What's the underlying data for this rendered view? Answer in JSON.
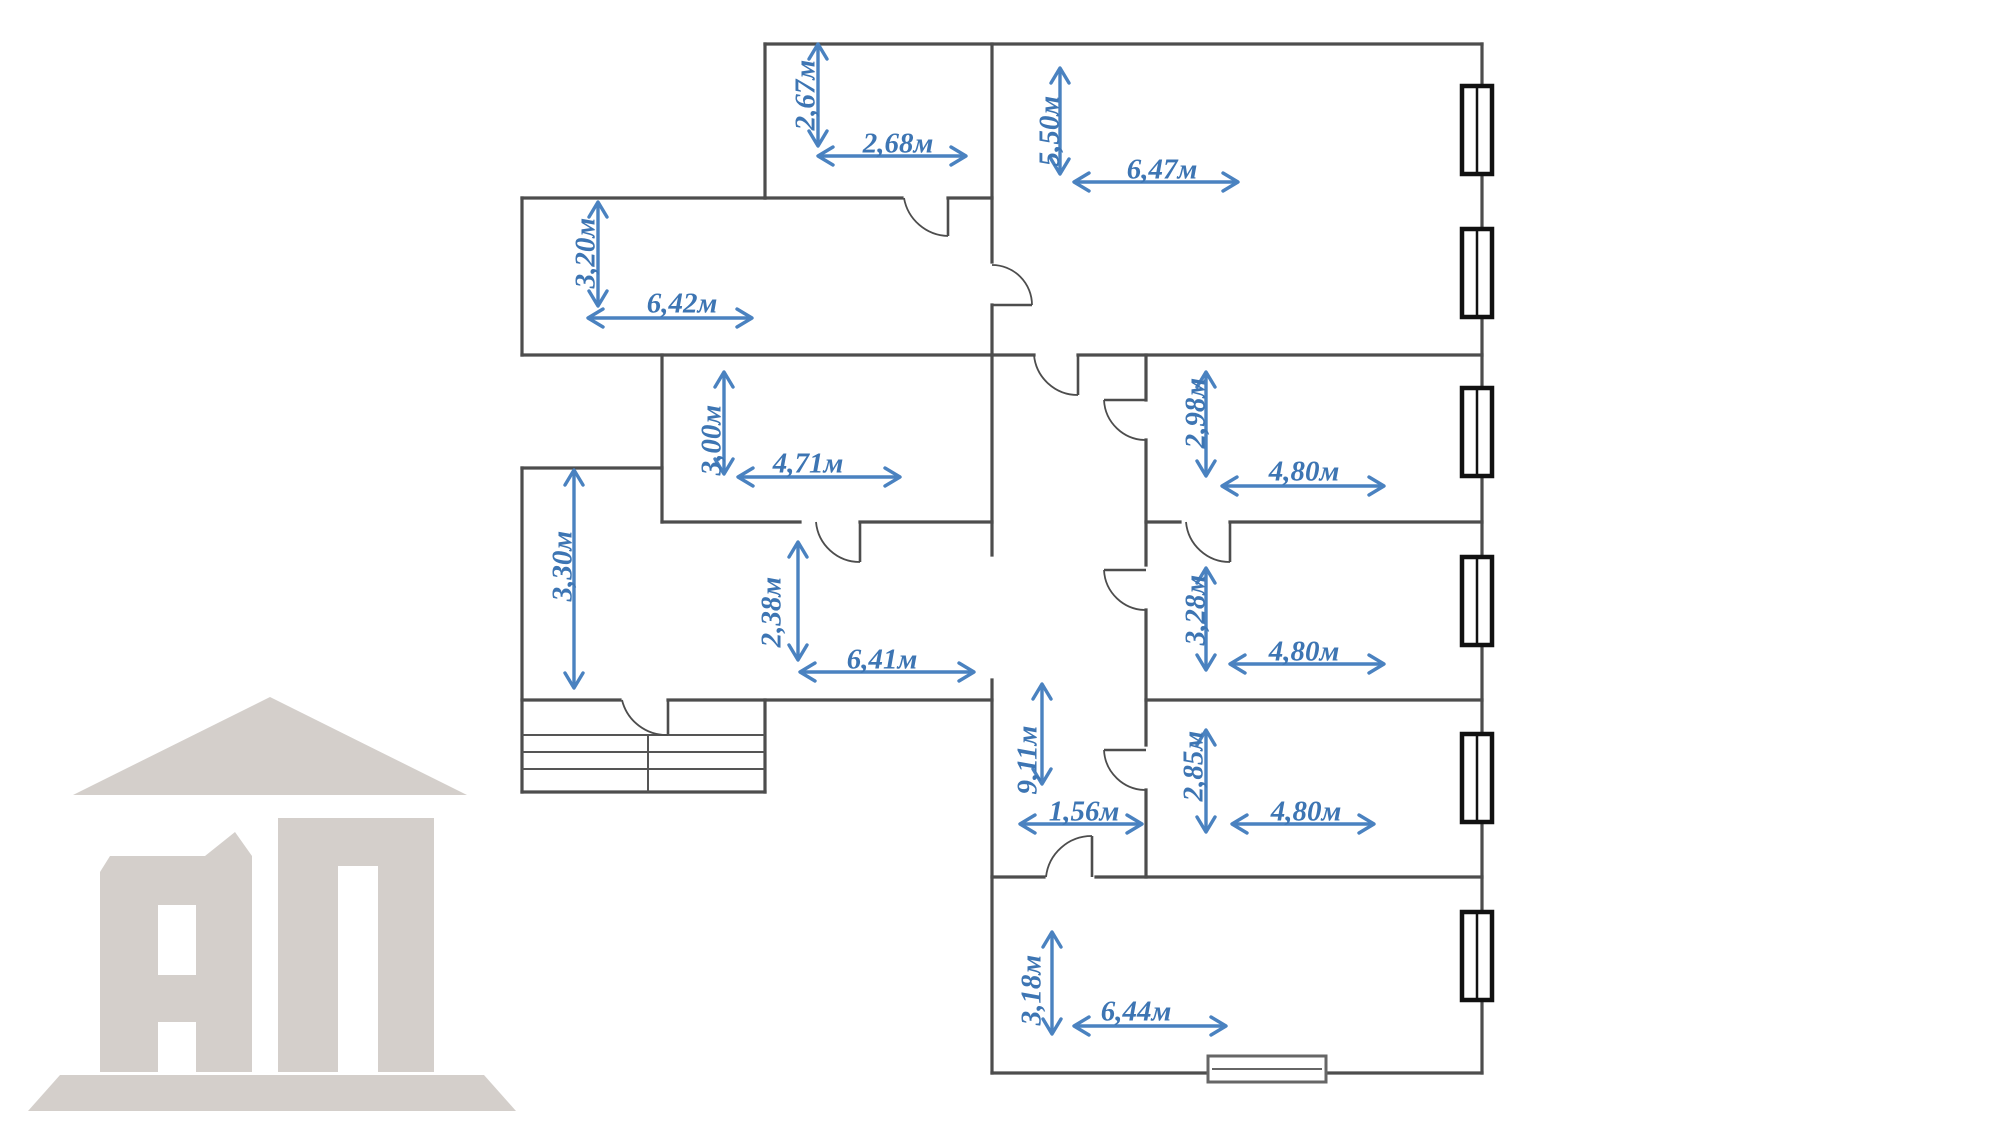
{
  "logo": {
    "text": "АП",
    "color": "#d4cfcb"
  },
  "colors": {
    "walls": "#4d4d4d",
    "dimension": "#4a82c0",
    "background": "#ffffff"
  },
  "dimensions": {
    "d1": "2,67м",
    "d2": "2,68м",
    "d3": "5,50м",
    "d4": "6,47м",
    "d5": "3,20м",
    "d6": "6,42м",
    "d7": "3,00м",
    "d8": "4,71м",
    "d9": "2,98м",
    "d10": "4,80м",
    "d11": "3,30м",
    "d12": "2,38м",
    "d13": "6,41м",
    "d14": "3,28м",
    "d15": "4,80м",
    "d16": "9,11м",
    "d17": "1,56м",
    "d18": "2,85м",
    "d19": "4,80м",
    "d20": "3,18м",
    "d21": "6,44м"
  }
}
